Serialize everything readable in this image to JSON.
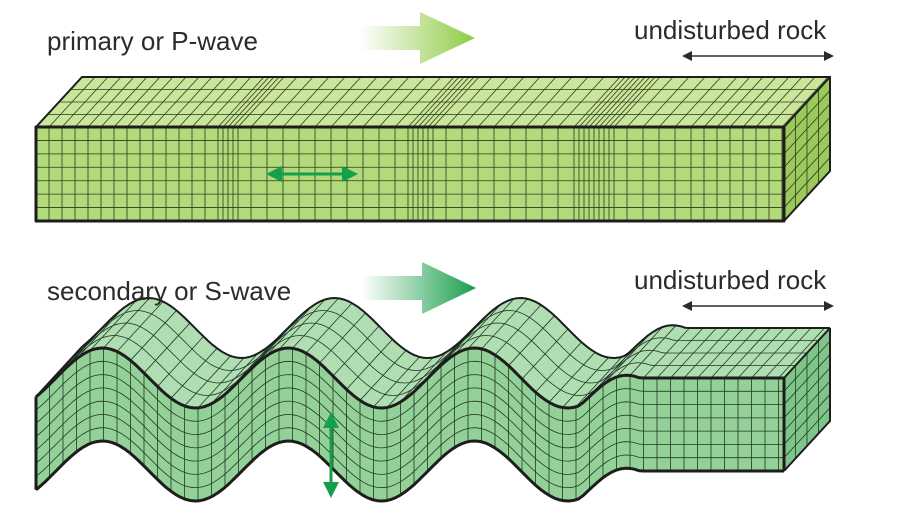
{
  "p_wave": {
    "label": "primary or P-wave",
    "undisturbed_label": "undisturbed rock",
    "arrow_color": "#8fcb45",
    "block_front": "#b2d97a",
    "block_top": "#cae69a",
    "block_side": "#9cc95c",
    "motion_arrow": "horizontal",
    "motion_arrow_color": "#12a04a"
  },
  "s_wave": {
    "label": "secondary or S-wave",
    "undisturbed_label": "undisturbed rock",
    "arrow_color": "#1a9e4c",
    "block_front": "#93d198",
    "block_top": "#b0ddb2",
    "block_side": "#7fc488",
    "motion_arrow": "vertical",
    "motion_arrow_color": "#12a04a"
  }
}
